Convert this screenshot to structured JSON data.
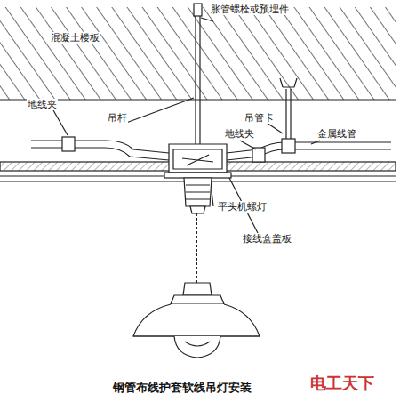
{
  "diagram": {
    "caption": "钢管布线护套软线吊灯安装",
    "labels": [
      "胀管螺栓或预埋件",
      "混凝土楼板",
      "地线夹",
      "吊杆",
      "吊管卡",
      "地线夹",
      "金属线管",
      "平头机螺灯",
      "接线盒盖板",
      "电工天下"
    ]
  }
}
